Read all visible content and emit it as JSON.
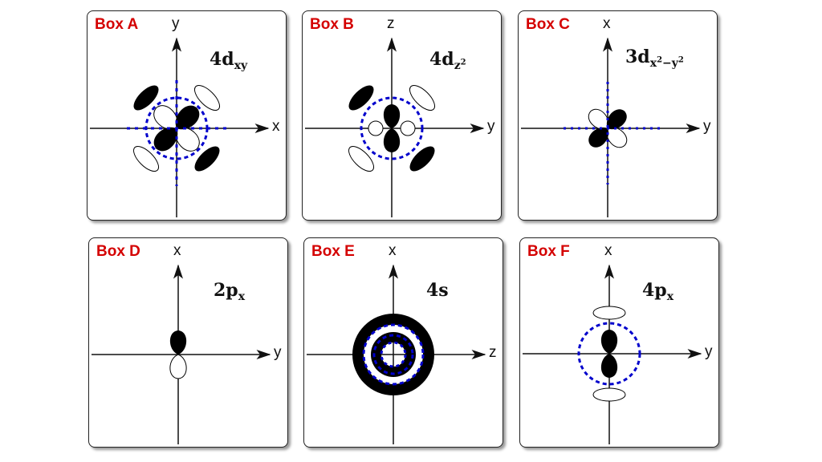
{
  "boxes": [
    {
      "label": "Box A",
      "orbital": "4d",
      "sub": "xy",
      "sub2": "",
      "sub3": "",
      "axis_v": "y",
      "axis_h": "x"
    },
    {
      "label": "Box B",
      "orbital": "4d",
      "sub": "z",
      "sub2": "2",
      "sub3": "",
      "axis_v": "z",
      "axis_h": "y"
    },
    {
      "label": "Box C",
      "orbital": "3d",
      "sub": "x",
      "sub2": "2",
      "sub3": "−y",
      "sub4": "2",
      "axis_v": "x",
      "axis_h": "y"
    },
    {
      "label": "Box D",
      "orbital": "2p",
      "sub": "x",
      "sub2": "",
      "sub3": "",
      "axis_v": "x",
      "axis_h": "y"
    },
    {
      "label": "Box E",
      "orbital": "4s",
      "sub": "",
      "sub2": "",
      "sub3": "",
      "axis_v": "x",
      "axis_h": "z"
    },
    {
      "label": "Box F",
      "orbital": "4p",
      "sub": "x",
      "sub2": "",
      "sub3": "",
      "axis_v": "x",
      "axis_h": "y"
    }
  ],
  "colors": {
    "label": "#d40000",
    "node": "#0000cc",
    "lobe_positive": "#000000",
    "lobe_negative": "#ffffff"
  }
}
